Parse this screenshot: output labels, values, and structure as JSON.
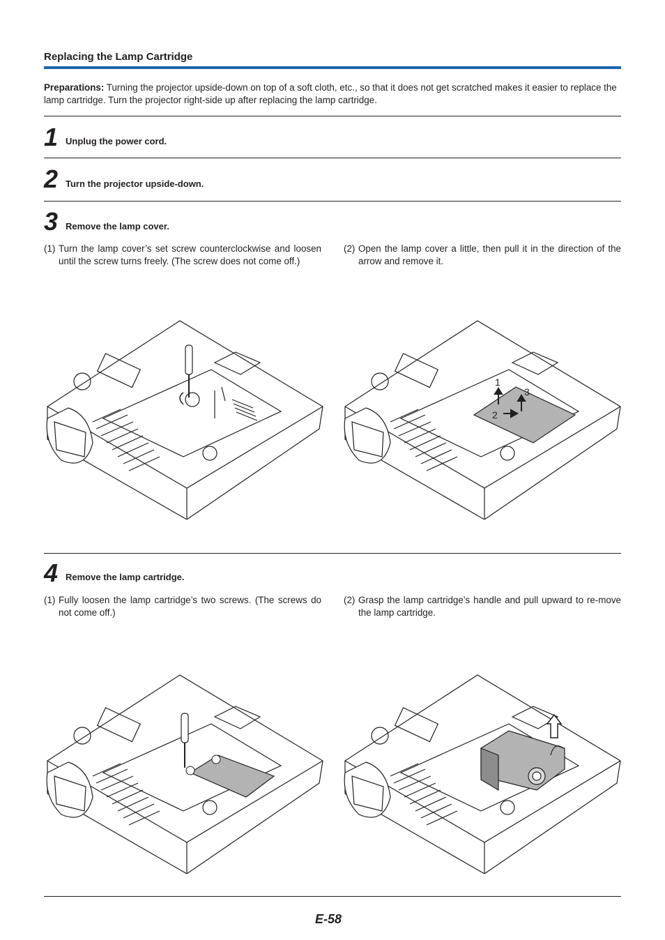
{
  "section_title": "Replacing the Lamp Cartridge",
  "preparations": {
    "label": "Preparations:",
    "text": " Turning the projector upside-down on top of a soft cloth, etc., so that it does not get scratched makes it easier to replace the lamp cartridge. Turn the projector right-side up after replacing the lamp cartridge."
  },
  "steps": [
    {
      "number": "1",
      "title": "Unplug the power cord."
    },
    {
      "number": "2",
      "title": "Turn the projector upside-down."
    },
    {
      "number": "3",
      "title": "Remove the lamp cover.",
      "sub": [
        {
          "num": "(1)",
          "text": "Turn the lamp cover’s set screw counterclockwise and loosen until the screw turns freely. (The screw does not come off.)"
        },
        {
          "num": "(2)",
          "text": "Open the lamp cover a little, then pull it in the direction of the arrow and remove it."
        }
      ],
      "callouts": [
        "1",
        "2",
        "3"
      ]
    },
    {
      "number": "4",
      "title": "Remove the lamp cartridge.",
      "sub": [
        {
          "num": "(1)",
          "text": "Fully loosen the lamp cartridge’s two screws. (The screws do not come off.)"
        },
        {
          "num": "(2)",
          "text": "Grasp the lamp cartridge’s handle and pull upward to re-move the lamp cartridge."
        }
      ]
    }
  ],
  "page_number": "E-58"
}
